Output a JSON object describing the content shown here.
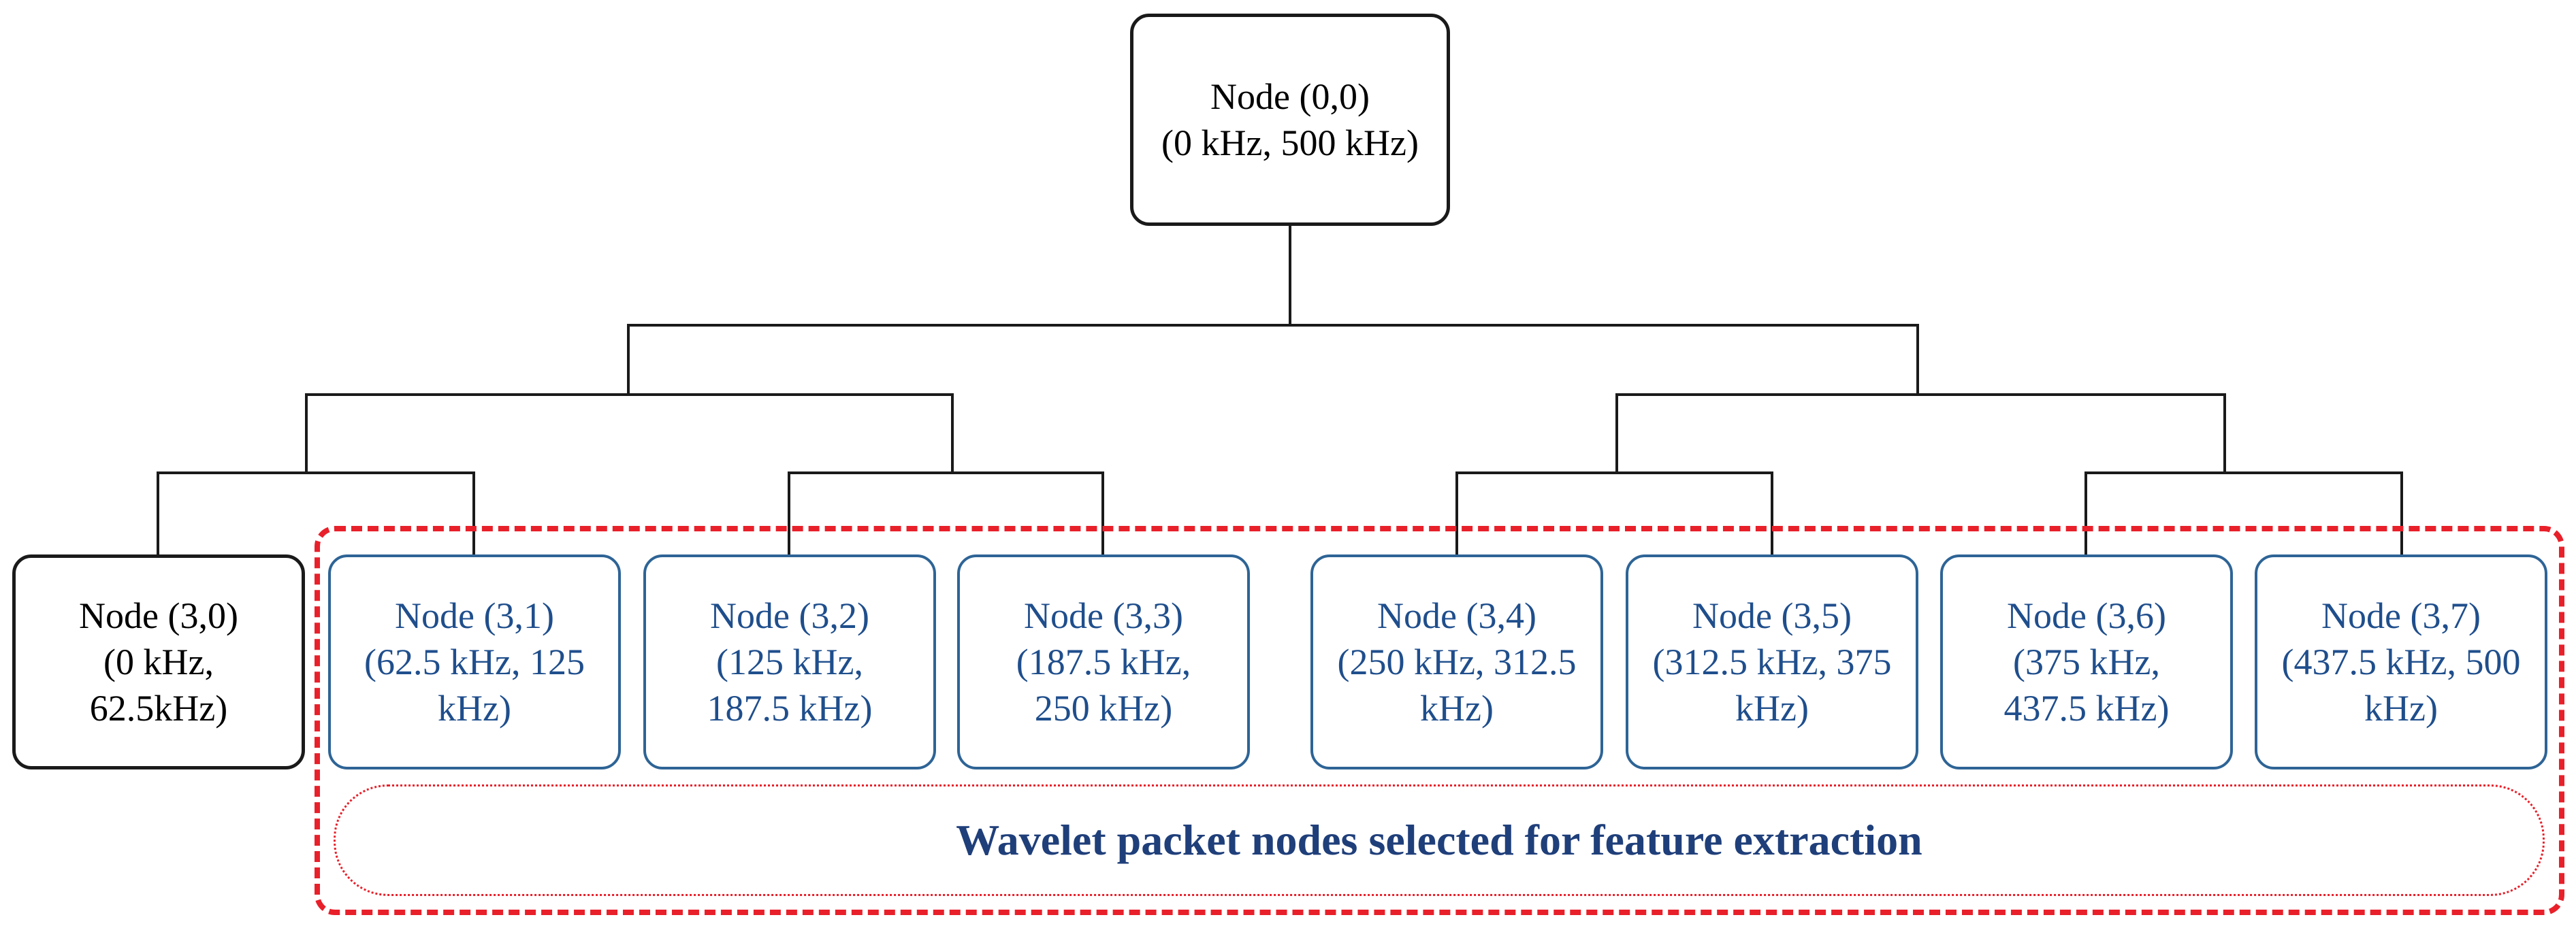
{
  "root": {
    "name": "Node (0,0)",
    "range": "(0 kHz, 500 kHz)"
  },
  "leaves": [
    {
      "lines": [
        "Node (3,0)",
        "(0 kHz,",
        "62.5kHz)"
      ],
      "selected": false
    },
    {
      "lines": [
        "Node (3,1)",
        "(62.5 kHz, 125",
        "kHz)"
      ],
      "selected": true
    },
    {
      "lines": [
        "Node (3,2)",
        "(125  kHz,",
        "187.5 kHz)"
      ],
      "selected": true
    },
    {
      "lines": [
        "Node (3,3)",
        "(187.5  kHz,",
        "250 kHz)"
      ],
      "selected": true
    },
    {
      "lines": [
        "Node (3,4)",
        "(250 kHz, 312.5",
        "kHz)"
      ],
      "selected": true
    },
    {
      "lines": [
        "Node (3,5)",
        "(312.5 kHz, 375",
        "kHz)"
      ],
      "selected": true
    },
    {
      "lines": [
        "Node (3,6)",
        "(375  kHz,",
        "437.5 kHz)"
      ],
      "selected": true
    },
    {
      "lines": [
        "Node (3,7)",
        "(437.5 kHz, 500",
        "kHz)"
      ],
      "selected": true
    }
  ],
  "selection": {
    "caption": "Wavelet packet nodes selected for feature extraction"
  },
  "colors": {
    "selected_border": "#2e6496",
    "selected_text": "#1f4e8c",
    "selection_outline": "#e8202a",
    "caption_text": "#1f3f7a",
    "connector": "#1a1a1a"
  }
}
